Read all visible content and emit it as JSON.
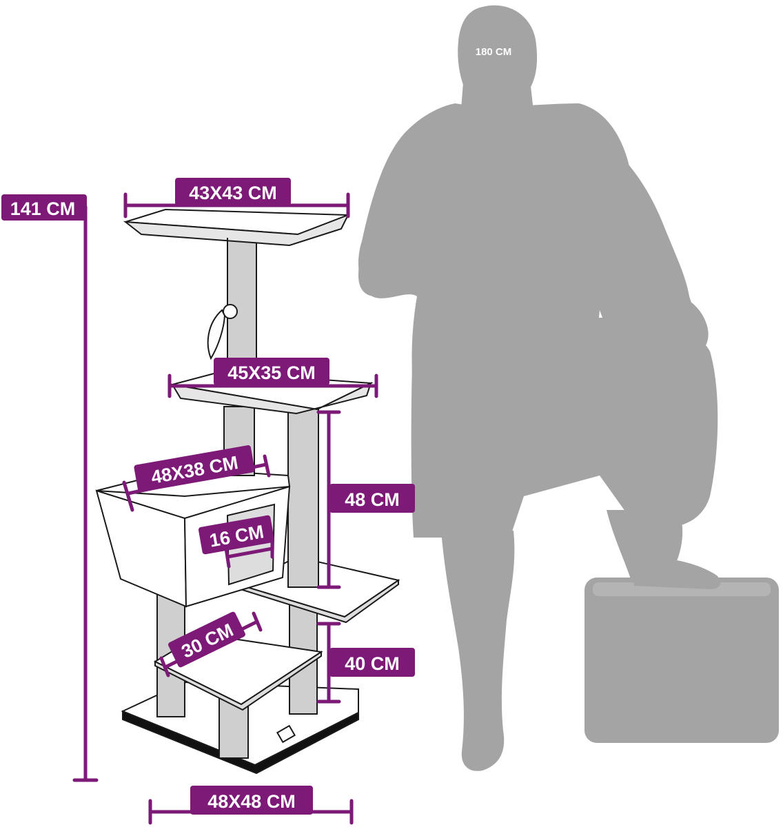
{
  "colors": {
    "accent": "#7d1a78",
    "silhouette": "#a4a4a4",
    "outline": "#1a1a1a",
    "post": "#cfcfcf",
    "background": "#ffffff"
  },
  "dimensions": {
    "total_height": "141 CM",
    "top_platform": "43X43 CM",
    "second_platform": "45X35 CM",
    "house": "48X38 CM",
    "house_entrance": "16 CM",
    "post_upper_height": "48 CM",
    "post_lower_height": "40 CM",
    "bottom_platform": "30 CM",
    "base": "48X48 CM"
  },
  "person": {
    "height_label": "180 CM"
  }
}
